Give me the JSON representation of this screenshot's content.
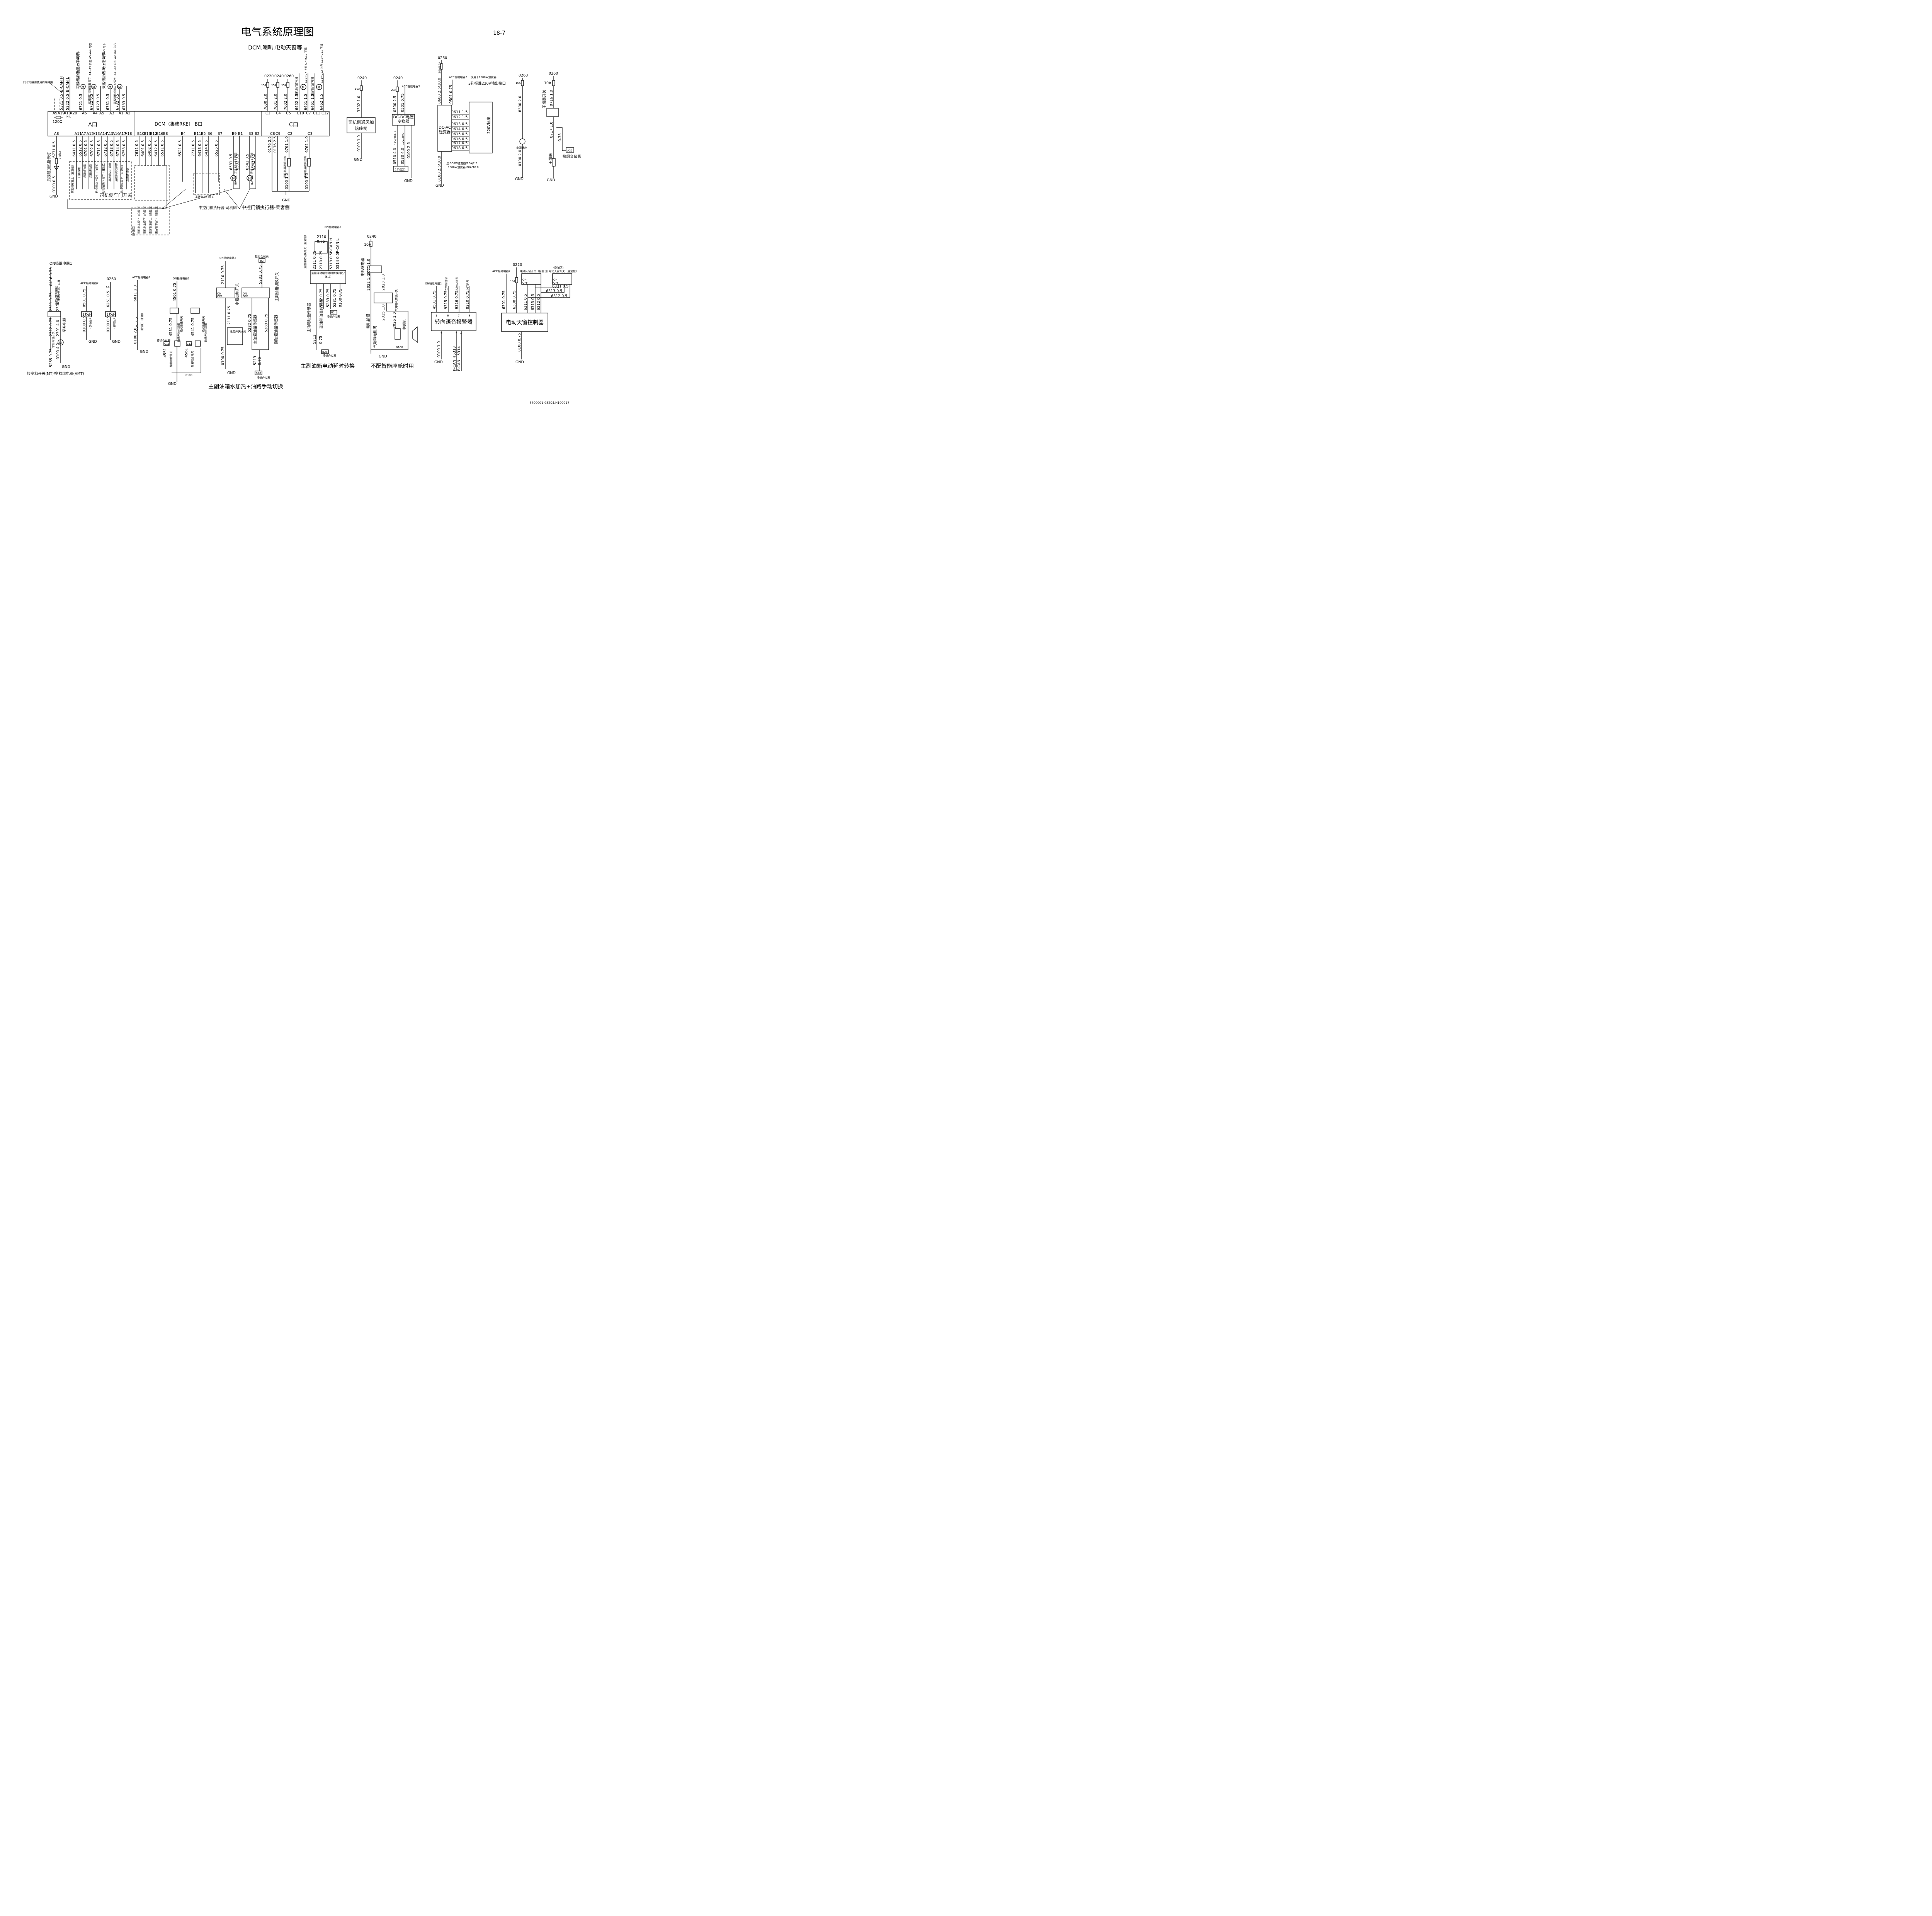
{
  "header": {
    "title": "电气系统原理图",
    "page_number": "18-7",
    "subtitle": "DCM.喇叭.电动天窗等",
    "doc_code": "3700001-93204.H190917"
  },
  "dcm": {
    "label": "DCM（集成RKE） B口",
    "port_a": "A口",
    "port_c": "C口",
    "resistor": "120Ω",
    "top_pins": [
      "A9",
      "A19",
      "A10",
      "A20",
      "A6",
      "A4",
      "A5",
      "A3",
      "A1",
      "A2",
      "C1",
      "C4",
      "C5",
      "C10",
      "C7",
      "C11",
      "C12"
    ],
    "hl": "H   L",
    "bottom_pins": [
      "A8",
      "A11",
      "A7",
      "A12",
      "A13",
      "A14",
      "A15",
      "A16",
      "A17",
      "A18",
      "B10",
      "B13",
      "B12",
      "B16",
      "B8",
      "B4",
      "B11",
      "B5",
      "B6",
      "B7",
      "B9",
      "B1",
      "B3",
      "B2",
      "C8",
      "C9",
      "C2",
      "C3"
    ]
  },
  "top_wires": [
    {
      "code": "5321 0.5",
      "desc": "B-CAN H"
    },
    {
      "code": "5322 0.5",
      "desc": "B-CAN L"
    },
    {
      "code": "6721 0.5",
      "desc": "司机侧后视镜上下调节"
    },
    {
      "code": "6722 0.5",
      "desc": "司机侧后视镜左右调节"
    },
    {
      "code": "6723 0.5",
      "desc": ""
    },
    {
      "code": "6731 0.5",
      "desc": "乘客侧后视镜上下调节"
    },
    {
      "code": "6732 0.5",
      "desc": "乘客侧后视镜左右调节"
    },
    {
      "code": "6733 0.5",
      "desc": ""
    }
  ],
  "top_notes": {
    "bus": "同时短接则使用终端电阻",
    "mirror_pins_d": "A6→A5 向上  A5→A6 向下",
    "mirror_pins_d2": "A4→A5 向左  A5→A4 向右",
    "mirror_pins_p": "A3→A2 向上  A2→A3 向下",
    "mirror_pins_p2": "A1→A2 向左  A2→A1 向右"
  },
  "c_top": {
    "fuses": [
      "0220",
      "0240",
      "0260"
    ],
    "fuse_rating": "15A",
    "wires": [
      "7600 2.0",
      "7601 2.0",
      "7602 2.0",
      "6452 1.5",
      "6451 1.5",
      "6461 1.5",
      "6462 1.5"
    ],
    "motor_driver": "司机侧门窗电机",
    "motor_pass": "乘客侧门窗电机",
    "motor_driver_pins": "C10→C7 上升  C7→C10 下降",
    "motor_pass_pins": "C11→C12 上升  C12→C11 下降"
  },
  "bottom_a": {
    "wires": [
      "6771 0.5",
      "6411 0.5",
      "6512 0.5",
      "6701 0.5",
      "6702 0.5",
      "6711 0.5",
      "6712 0.5",
      "6713 0.5",
      "6714 0.5",
      "6753 0.5"
    ],
    "heat_label": "后视镜加热指示灯",
    "res": "7.5kΩ",
    "gnd_wire": "0100 0.5",
    "switch_title": "司机侧车门开关",
    "sw_labels": [
      "乘客侧车窗上（自复位）",
      "门锁控制",
      "后视镜选择",
      "后视镜选择",
      "后视镜向上调节（自复位）",
      "后视镜向下调节（自复位）",
      "后视镜向左调节",
      "后视镜向右调节",
      "司机侧车窗上（自复位）",
      "后视镜折叠"
    ]
  },
  "bottom_b": {
    "wires": [
      "7611 0.5",
      "6401 0.5",
      "6402 0.5",
      "6412 0.5",
      "6511 0.5",
      "6521 0.5",
      "7711 0.5",
      "6413 0.5",
      "6414 0.5",
      "6525 0.5",
      "6531 0.5",
      "6532 0.5",
      "6541 0.5",
      "6542 0.5"
    ],
    "pass_sw": "乘客侧车门开关",
    "lock_driver": "中控门锁执行器-司机侧",
    "lock_pass": "中控门锁执行器-乘客侧",
    "lock_pins_d": "B9→B1 闭锁  B1→B9 开锁",
    "lock_pins_p": "B3→B2 闭锁  B2→B3 开锁",
    "sleeper": "（卧铺区）",
    "sleeper_sw": [
      "司机侧车窗上（自复位）",
      "司机侧车窗下（自复位）",
      "乘客侧车窗上（自复位）",
      "乘客侧车窗下（自复位）"
    ]
  },
  "bottom_c": {
    "wires": [
      "0176 2.5",
      "0176 2.5",
      "6761 1.0",
      "6762 1.0"
    ],
    "heat_d": "司机侧后视镜加热",
    "heat_p": "乘客侧后视镜加热",
    "gnd_wires": [
      "0100 1.0",
      "0100 1.0"
    ]
  },
  "seat": {
    "fuse_from": "0240",
    "fuse": "10A",
    "wire_in": "3302 1.0",
    "box": "司机侧通风加热座椅",
    "wire_out": "0100 1.0"
  },
  "dcdc": {
    "fuse_from": "0240",
    "fuse": "20A",
    "relay": "ACC档继电器2",
    "wires": [
      "0500 2.5",
      "0501 0.75",
      "0510 4.0",
      "0530 4.0",
      "0100 2.5"
    ],
    "box": "DC-DC电压变换器",
    "out_labels": [
      "12V/30A +",
      "12V/30A -"
    ],
    "port": "12V接口"
  },
  "dcac": {
    "fuse_from": "0260",
    "fuse": "20A/60A",
    "relay": "ACC档继电器2",
    "only": "仅用于1000W逆变器",
    "socket_note": "3孔标准220V输出接口",
    "wires": [
      "0600 2.5/10.0",
      "0501 0.75"
    ],
    "box": "DC-AC逆变器",
    "rows": [
      "0611 1.5",
      "0612 1.5",
      "0613 0.5",
      "0614 0.5",
      "0615 0.5",
      "0616 0.5",
      "0617 0.5",
      "0618 0.5"
    ],
    "socket": "220V插座",
    "gnd_wire": "0100 2.5/10.0",
    "note1": "注:300W逆变器/20A/2.5",
    "note2": "1000W逆变器/60A/10.0"
  },
  "power_outlet": {
    "fuse_from": "0260",
    "fuse": "15A",
    "wire": "8300 2.0",
    "label": "电源插座",
    "gnd": "0100 2.0"
  },
  "dryer": {
    "fuse_from": "0260",
    "fuse": "10A",
    "wire": "0716 1.0",
    "switch": "干燥器开关",
    "wire2": "0717 1.0",
    "wire3": "0.35",
    "label": "干燥器",
    "cluster": "A22",
    "cluster_label": "接组合仪表"
  },
  "lift": {
    "relay": "ON档继电器1",
    "wires": [
      "0416 0.75",
      "2311 0.75",
      "2300 4.0",
      "2312 0.75",
      "2301 4.0",
      "5255 0.75",
      "0100 4.0"
    ],
    "notes": [
      "驾驶室举升按钮",
      "接驾驶室举升电器"
    ],
    "motor": "举升电器",
    "switch": "举升限位开关",
    "bottom": "接空档开关(MT)/空挡继电器(AMT)"
  },
  "usb1": {
    "relay": "ACC档继电器2",
    "wire": "0501 0.75",
    "label": "USB",
    "where": "(仪表台)",
    "gnd": "0100 0.5"
  },
  "usb2": {
    "fuse_from": "0260",
    "fuse": "5A",
    "wire": "6261 0.5",
    "label": "USB",
    "where": "(卧铺区)",
    "gnd": "0100 0.5"
  },
  "reading": {
    "relay": "ACC档继电器1",
    "wire": "6011 2.0",
    "label": "阅读灯（卧铺）",
    "gnd": "0100 2.0"
  },
  "diff": {
    "relay": "ON档继电器2",
    "wires": [
      "4501 0.75",
      "4531 0.75",
      "4541 0.75",
      "4551",
      "4561",
      "0100"
    ],
    "sw1": "轴间差速开关",
    "sw2": "轮间差速开关",
    "valve1": "轴间差速电磁阀",
    "valve2": "轮间差速电磁阀",
    "ind1": "轴差啮合开关",
    "ind2": "轮差啮合开关",
    "c11": "C11",
    "c12": "C12",
    "cluster": "接组合仪表"
  },
  "tank_manual": {
    "relay": "ON档继电器2",
    "cluster": "接组合仪表",
    "b2": "B2",
    "wires": [
      "2110 0.75",
      "2111 0.75",
      "5281 0.75",
      "5282 0.75",
      "5283 0.75",
      "5213",
      "0.75",
      "0100 0.75"
    ],
    "sw1": "水箱加热开关",
    "sw2": "主副油箱切换开关",
    "sensor1": "主油箱油量传感器",
    "sensor2": "副油箱油量传感器",
    "valve": "温控开关水阀",
    "b28": "B28",
    "caption": "主副油箱水加热+油路手动切换"
  },
  "tank_auto": {
    "relay": "ON档继电器2",
    "sw": "主副油箱切换开关（自复位）",
    "wires": [
      "2110",
      "0.75",
      "2111 0.75",
      "2110 0.75",
      "5313 0.5",
      "5314 0.5",
      "5282 0.75",
      "5283 0.75",
      "5281 0.75",
      "0100 0.75",
      "5213",
      "0.75"
    ],
    "can": [
      "P-CAN H",
      "P-CAN L"
    ],
    "box": "主副油箱电动延时转换阀(分体式)",
    "sensor1": "主油箱油量传感器",
    "sensor2": "副油箱油量传感器",
    "b2": "B2",
    "b28": "B28",
    "cluster": "接组合仪表",
    "caption": "主副油箱电动延时转换"
  },
  "horn": {
    "fuse_from": "0240",
    "fuse": "10A",
    "relay": "喇叭继电器",
    "wires": [
      "2021 1.0",
      "2022 1.0",
      "2023 1.0",
      "2015 1.0",
      "2026 1.0",
      "0100"
    ],
    "sw": "气电喇叭转换开关",
    "btn": "喇叭按钮",
    "valve": "气喇叭电磁阀",
    "horn": "电喇叭",
    "caption": "不配智能座舱时用"
  },
  "turn_alarm": {
    "relay": "ON档继电器2",
    "wires": [
      "4501 0.75",
      "9315 0.75",
      "9316 0.75",
      "8210 0.75",
      "0100 1.0",
      "5313",
      "5314"
    ],
    "sig": [
      "左转向信号",
      "右转向信号",
      "小灯信号"
    ],
    "box": "转向语音报警器",
    "pins": [
      "1",
      "6",
      "7",
      "8",
      "2",
      "5",
      "4"
    ],
    "can": [
      "P-CAN H",
      "P-CAN L"
    ]
  },
  "sunroof": {
    "fuse_from": "0220",
    "fuse": "10A",
    "relay": "ACC档继电器2",
    "sw1": "电动天窗开关（自复位）",
    "sw2": "电动天窗开关（自复位）",
    "sleeper": "(卧铺区)",
    "wires": [
      "6301 0.75",
      "6300 0.75",
      "6311 0.5",
      "6313 0.5",
      "6312 0.5",
      "6311 0.5",
      "6313 0.5",
      "6312 0.5",
      "0100 0.75"
    ],
    "box": "电动天窗控制器"
  },
  "common": {
    "gnd": "GND",
    "on": "ON",
    "off": "OFF"
  }
}
